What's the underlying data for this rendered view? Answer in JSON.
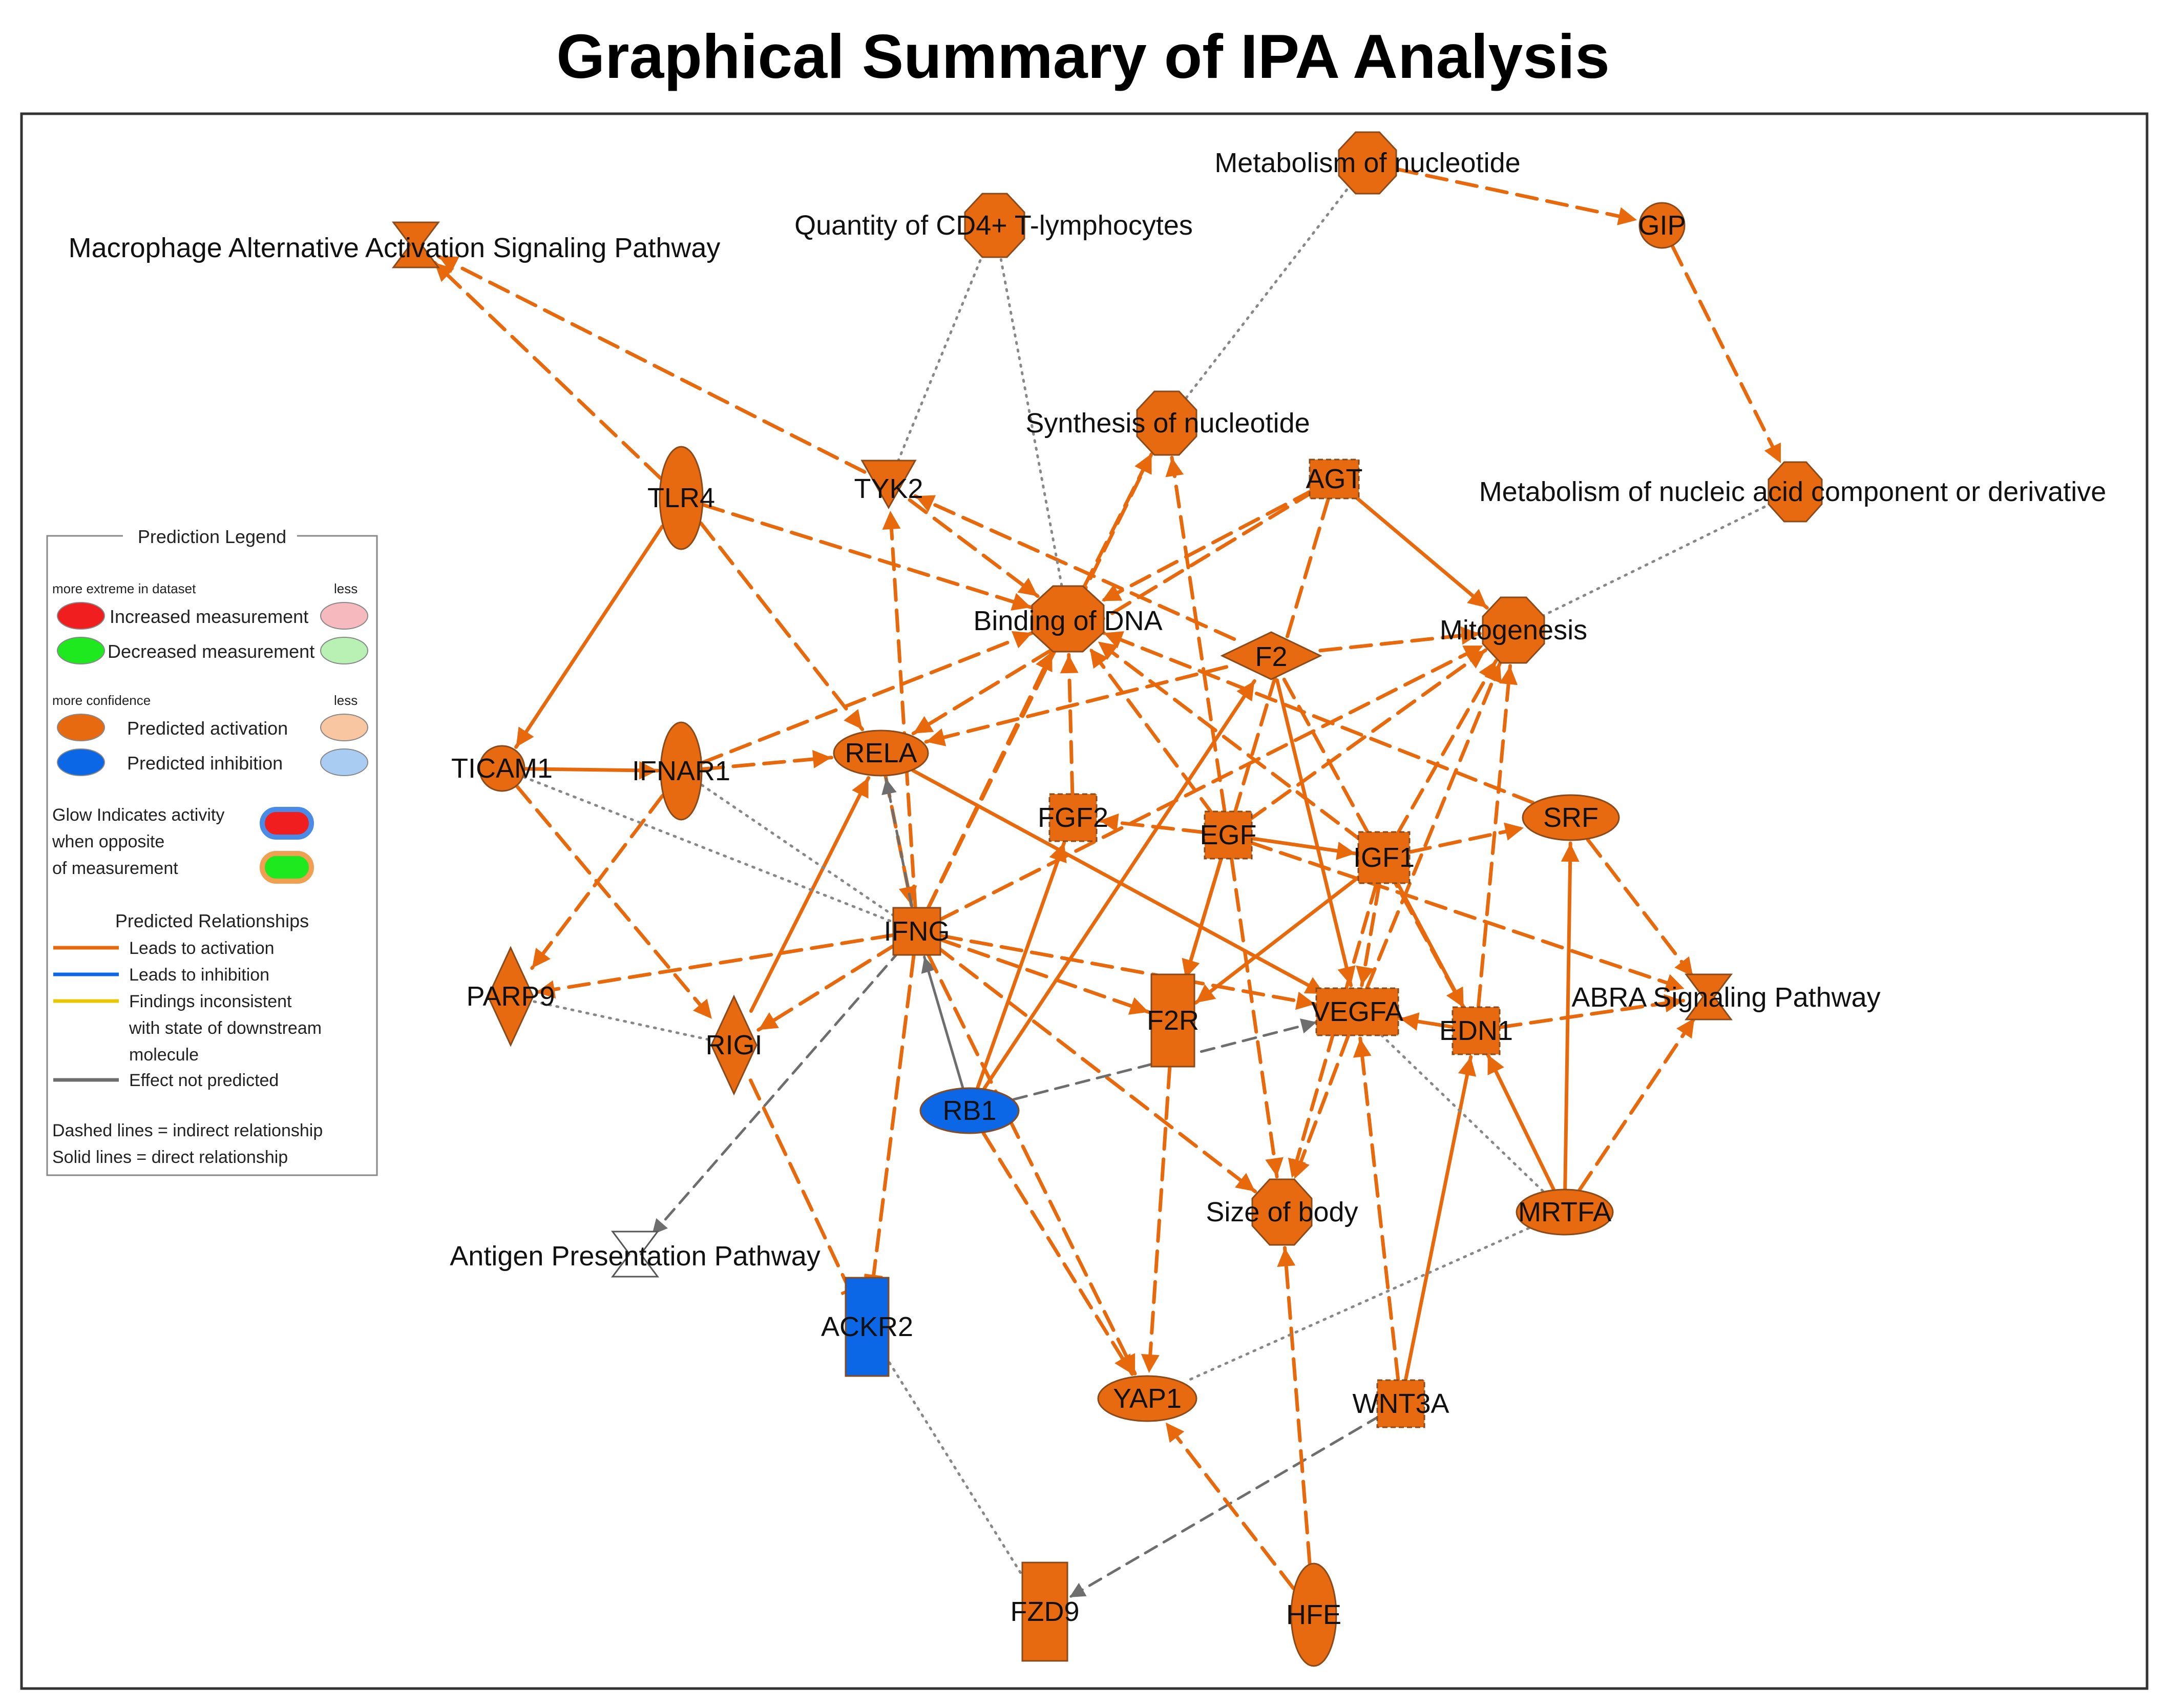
{
  "title": "Graphical Summary of IPA Analysis",
  "colors": {
    "activation": "#E8690C",
    "activation_fill": "#E86A10",
    "inhibition": "#0B67E6",
    "gray": "#6E6E6E",
    "dotted": "#888888"
  },
  "nodes": [
    {
      "id": "macrophage",
      "label": "Macrophage Alternative Activation Signaling Pathway",
      "shape": "hourglass",
      "state": "activation"
    },
    {
      "id": "cd4",
      "label": "Quantity of CD4+ T-lymphocytes",
      "shape": "octagon",
      "state": "activation"
    },
    {
      "id": "metab_nuc",
      "label": "Metabolism of nucleotide",
      "shape": "octagon",
      "state": "activation"
    },
    {
      "id": "gip",
      "label": "GIP",
      "shape": "circle",
      "state": "activation"
    },
    {
      "id": "synth_nuc",
      "label": "Synthesis of nucleotide",
      "shape": "octagon",
      "state": "activation"
    },
    {
      "id": "metab_nucleic",
      "label": "Metabolism of nucleic acid component or derivative",
      "shape": "octagon",
      "state": "activation"
    },
    {
      "id": "tlr4",
      "label": "TLR4",
      "shape": "vellipse",
      "state": "activation"
    },
    {
      "id": "tyk2",
      "label": "TYK2",
      "shape": "triangle-down",
      "state": "activation"
    },
    {
      "id": "agt",
      "label": "AGT",
      "shape": "rect-dashed",
      "state": "activation"
    },
    {
      "id": "binding_dna",
      "label": "Binding of DNA",
      "shape": "octagon",
      "state": "activation"
    },
    {
      "id": "f2",
      "label": "F2",
      "shape": "hdiamond",
      "state": "activation"
    },
    {
      "id": "mitogenesis",
      "label": "Mitogenesis",
      "shape": "octagon",
      "state": "activation"
    },
    {
      "id": "ticam1",
      "label": "TICAM1",
      "shape": "circle",
      "state": "activation"
    },
    {
      "id": "ifnar1",
      "label": "IFNAR1",
      "shape": "vellipse",
      "state": "activation"
    },
    {
      "id": "rela",
      "label": "RELA",
      "shape": "hellipse",
      "state": "activation"
    },
    {
      "id": "fgf2",
      "label": "FGF2",
      "shape": "square-dashed",
      "state": "activation"
    },
    {
      "id": "egf",
      "label": "EGF",
      "shape": "square-dashed",
      "state": "activation"
    },
    {
      "id": "igf1",
      "label": "IGF1",
      "shape": "square-dashed",
      "state": "activation"
    },
    {
      "id": "srf",
      "label": "SRF",
      "shape": "hellipse",
      "state": "activation"
    },
    {
      "id": "ifng",
      "label": "IFNG",
      "shape": "square",
      "state": "activation"
    },
    {
      "id": "parp9",
      "label": "PARP9",
      "shape": "vdiamond",
      "state": "activation"
    },
    {
      "id": "rigi",
      "label": "RIGI",
      "shape": "vdiamond",
      "state": "activation"
    },
    {
      "id": "f2r",
      "label": "F2R",
      "shape": "tallrect",
      "state": "activation"
    },
    {
      "id": "vegfa",
      "label": "VEGFA",
      "shape": "rect-dashed",
      "state": "activation"
    },
    {
      "id": "edn1",
      "label": "EDN1",
      "shape": "square-dashed",
      "state": "activation"
    },
    {
      "id": "abra",
      "label": "ABRA Signaling Pathway",
      "shape": "hourglass",
      "state": "activation"
    },
    {
      "id": "rb1",
      "label": "RB1",
      "shape": "hellipse",
      "state": "inhibition"
    },
    {
      "id": "size_body",
      "label": "Size of body",
      "shape": "octagon",
      "state": "activation"
    },
    {
      "id": "mrtfa",
      "label": "MRTFA",
      "shape": "hellipse",
      "state": "activation"
    },
    {
      "id": "antigen",
      "label": "Antigen Presentation Pathway",
      "shape": "hourglass",
      "state": "none"
    },
    {
      "id": "ackr2",
      "label": "ACKR2",
      "shape": "tallrect",
      "state": "inhibition"
    },
    {
      "id": "yap1",
      "label": "YAP1",
      "shape": "hellipse",
      "state": "activation"
    },
    {
      "id": "wnt3a",
      "label": "WNT3A",
      "shape": "square-dashed",
      "state": "activation"
    },
    {
      "id": "fzd9",
      "label": "FZD9",
      "shape": "tallrect",
      "state": "activation"
    },
    {
      "id": "hfe",
      "label": "HFE",
      "shape": "vellipse",
      "state": "activation"
    }
  ],
  "edges": [
    {
      "from": "tlr4",
      "to": "macrophage",
      "kind": "dashed"
    },
    {
      "from": "tyk2",
      "to": "macrophage",
      "kind": "dashed"
    },
    {
      "from": "tlr4",
      "to": "ticam1",
      "kind": "solid"
    },
    {
      "from": "tlr4",
      "to": "rela",
      "kind": "dashed"
    },
    {
      "from": "tlr4",
      "to": "binding_dna",
      "kind": "dashed"
    },
    {
      "from": "ifng",
      "to": "tyk2",
      "kind": "dashed"
    },
    {
      "from": "tyk2",
      "to": "binding_dna",
      "kind": "dashed"
    },
    {
      "from": "ifnar1",
      "to": "binding_dna",
      "kind": "dashed"
    },
    {
      "from": "ifnar1",
      "to": "rela",
      "kind": "dashed"
    },
    {
      "from": "ticam1",
      "to": "ifnar1",
      "kind": "solid"
    },
    {
      "from": "ticam1",
      "to": "rigi",
      "kind": "dashed"
    },
    {
      "from": "ifnar1",
      "to": "parp9",
      "kind": "dashed"
    },
    {
      "from": "rela",
      "to": "ifng",
      "kind": "dashed"
    },
    {
      "from": "ifng",
      "to": "binding_dna",
      "kind": "dashed"
    },
    {
      "from": "ifng",
      "to": "rigi",
      "kind": "dashed"
    },
    {
      "from": "ifng",
      "to": "parp9",
      "kind": "dashed"
    },
    {
      "from": "ifng",
      "to": "f2r",
      "kind": "dashed"
    },
    {
      "from": "ifng",
      "to": "vegfa",
      "kind": "dashed"
    },
    {
      "from": "ifng",
      "to": "size_body",
      "kind": "dashed"
    },
    {
      "from": "rigi",
      "to": "rela",
      "kind": "solid"
    },
    {
      "from": "rela",
      "to": "vegfa",
      "kind": "solid"
    },
    {
      "from": "metab_nuc",
      "to": "gip",
      "kind": "dashed"
    },
    {
      "from": "gip",
      "to": "metab_nucleic",
      "kind": "dashed"
    },
    {
      "from": "ifng",
      "to": "synth_nuc",
      "kind": "dashed"
    },
    {
      "from": "egf",
      "to": "synth_nuc",
      "kind": "dashed"
    },
    {
      "from": "agt",
      "to": "binding_dna",
      "kind": "dashed"
    },
    {
      "from": "agt",
      "to": "mitogenesis",
      "kind": "solid"
    },
    {
      "from": "agt",
      "to": "rela",
      "kind": "dashed"
    },
    {
      "from": "agt",
      "to": "f2r",
      "kind": "dashed"
    },
    {
      "from": "f2",
      "to": "rela",
      "kind": "dashed"
    },
    {
      "from": "f2",
      "to": "mitogenesis",
      "kind": "dashed"
    },
    {
      "from": "f2",
      "to": "tyk2",
      "kind": "dashed"
    },
    {
      "from": "f2",
      "to": "vegfa",
      "kind": "solid"
    },
    {
      "from": "f2",
      "to": "edn1",
      "kind": "dashed"
    },
    {
      "from": "fgf2",
      "to": "binding_dna",
      "kind": "dashed"
    },
    {
      "from": "egf",
      "to": "fgf2",
      "kind": "dashed"
    },
    {
      "from": "egf",
      "to": "binding_dna",
      "kind": "dashed"
    },
    {
      "from": "egf",
      "to": "mitogenesis",
      "kind": "dashed"
    },
    {
      "from": "egf",
      "to": "igf1",
      "kind": "solid"
    },
    {
      "from": "egf",
      "to": "size_body",
      "kind": "dashed"
    },
    {
      "from": "egf",
      "to": "f2r",
      "kind": "solid"
    },
    {
      "from": "igf1",
      "to": "srf",
      "kind": "dashed"
    },
    {
      "from": "igf1",
      "to": "binding_dna",
      "kind": "dashed"
    },
    {
      "from": "igf1",
      "to": "mitogenesis",
      "kind": "dashed"
    },
    {
      "from": "igf1",
      "to": "vegfa",
      "kind": "dashed"
    },
    {
      "from": "igf1",
      "to": "edn1",
      "kind": "solid"
    },
    {
      "from": "srf",
      "to": "binding_dna",
      "kind": "dashed"
    },
    {
      "from": "srf",
      "to": "abra",
      "kind": "dashed"
    },
    {
      "from": "egf",
      "to": "abra",
      "kind": "dashed"
    },
    {
      "from": "vegfa",
      "to": "mitogenesis",
      "kind": "dashed"
    },
    {
      "from": "vegfa",
      "to": "size_body",
      "kind": "dashed"
    },
    {
      "from": "edn1",
      "to": "vegfa",
      "kind": "solid"
    },
    {
      "from": "edn1",
      "to": "mitogenesis",
      "kind": "dashed"
    },
    {
      "from": "edn1",
      "to": "abra",
      "kind": "dashed"
    },
    {
      "from": "mrtfa",
      "to": "srf",
      "kind": "solid"
    },
    {
      "from": "mrtfa",
      "to": "edn1",
      "kind": "solid"
    },
    {
      "from": "mrtfa",
      "to": "abra",
      "kind": "dashed"
    },
    {
      "from": "wnt3a",
      "to": "vegfa",
      "kind": "dashed"
    },
    {
      "from": "wnt3a",
      "to": "edn1",
      "kind": "solid"
    },
    {
      "from": "wnt3a",
      "to": "fzd9",
      "kind": "gray-dashed"
    },
    {
      "from": "rb1",
      "to": "f2",
      "kind": "solid"
    },
    {
      "from": "rb1",
      "to": "fgf2",
      "kind": "solid"
    },
    {
      "from": "rb1",
      "to": "yap1",
      "kind": "dashed"
    },
    {
      "from": "rb1",
      "to": "ifng",
      "kind": "gray-solid"
    },
    {
      "from": "rb1",
      "to": "vegfa",
      "kind": "gray-dashed"
    },
    {
      "from": "ifng",
      "to": "rela",
      "kind": "gray-dashed"
    },
    {
      "from": "ifng",
      "to": "antigen",
      "kind": "gray-dashed"
    },
    {
      "from": "ifng",
      "to": "ackr2",
      "kind": "dashed-bar"
    },
    {
      "from": "ifng",
      "to": "yap1",
      "kind": "dashed"
    },
    {
      "from": "rigi",
      "to": "ackr2",
      "kind": "dashed-bar"
    },
    {
      "from": "f2r",
      "to": "yap1",
      "kind": "dashed"
    },
    {
      "from": "hfe",
      "to": "yap1",
      "kind": "dashed"
    },
    {
      "from": "hfe",
      "to": "size_body",
      "kind": "dashed"
    },
    {
      "from": "igf1",
      "to": "size_body",
      "kind": "dashed"
    },
    {
      "from": "igf1",
      "to": "f2r",
      "kind": "solid"
    },
    {
      "from": "ifng",
      "to": "mitogenesis",
      "kind": "dashed"
    },
    {
      "from": "binding_dna",
      "to": "synth_nuc",
      "kind": "dashed"
    },
    {
      "from": "binding_dna",
      "to": "cd4",
      "kind": "dotted"
    },
    {
      "from": "tyk2",
      "to": "cd4",
      "kind": "dotted"
    },
    {
      "from": "synth_nuc",
      "to": "metab_nuc",
      "kind": "dotted"
    },
    {
      "from": "mitogenesis",
      "to": "metab_nucleic",
      "kind": "dotted"
    },
    {
      "from": "ticam1",
      "to": "ifng",
      "kind": "dotted"
    },
    {
      "from": "ifnar1",
      "to": "ifng",
      "kind": "dotted"
    },
    {
      "from": "parp9",
      "to": "rigi",
      "kind": "dotted"
    },
    {
      "from": "ackr2",
      "to": "fzd9",
      "kind": "dotted"
    },
    {
      "from": "mrtfa",
      "to": "yap1",
      "kind": "dotted"
    },
    {
      "from": "mrtfa",
      "to": "vegfa",
      "kind": "dotted"
    }
  ],
  "legend": {
    "title": "Prediction Legend",
    "more_extreme": "more extreme in dataset",
    "less": "less",
    "increased": "Increased measurement",
    "decreased": "Decreased measurement",
    "more_confidence": "more confidence",
    "pred_activation": "Predicted activation",
    "pred_inhibition": "Predicted inhibition",
    "glow_1": "Glow Indicates activity",
    "glow_2": "when opposite",
    "glow_3": "of measurement",
    "relationships_title": "Predicted Relationships",
    "rel_activation": "Leads to activation",
    "rel_inhibition": "Leads to inhibition",
    "rel_inconsistent_1": "Findings inconsistent",
    "rel_inconsistent_2": "with state of downstream",
    "rel_inconsistent_3": "molecule",
    "rel_not_predicted": "Effect not predicted",
    "dashed_note": "Dashed lines = indirect relationship",
    "solid_note": "Solid lines = direct relationship",
    "color_red": "#F01E1E",
    "color_green": "#1EE81E",
    "color_pink": "#F6B9BE",
    "color_lightgreen": "#B9F0B4",
    "color_orange": "#E86A10",
    "color_peach": "#F8C6A0",
    "color_blue": "#0B67E6",
    "color_lightblue": "#A9CCF2",
    "color_yellow": "#E8C800",
    "color_gray": "#6E6E6E"
  }
}
